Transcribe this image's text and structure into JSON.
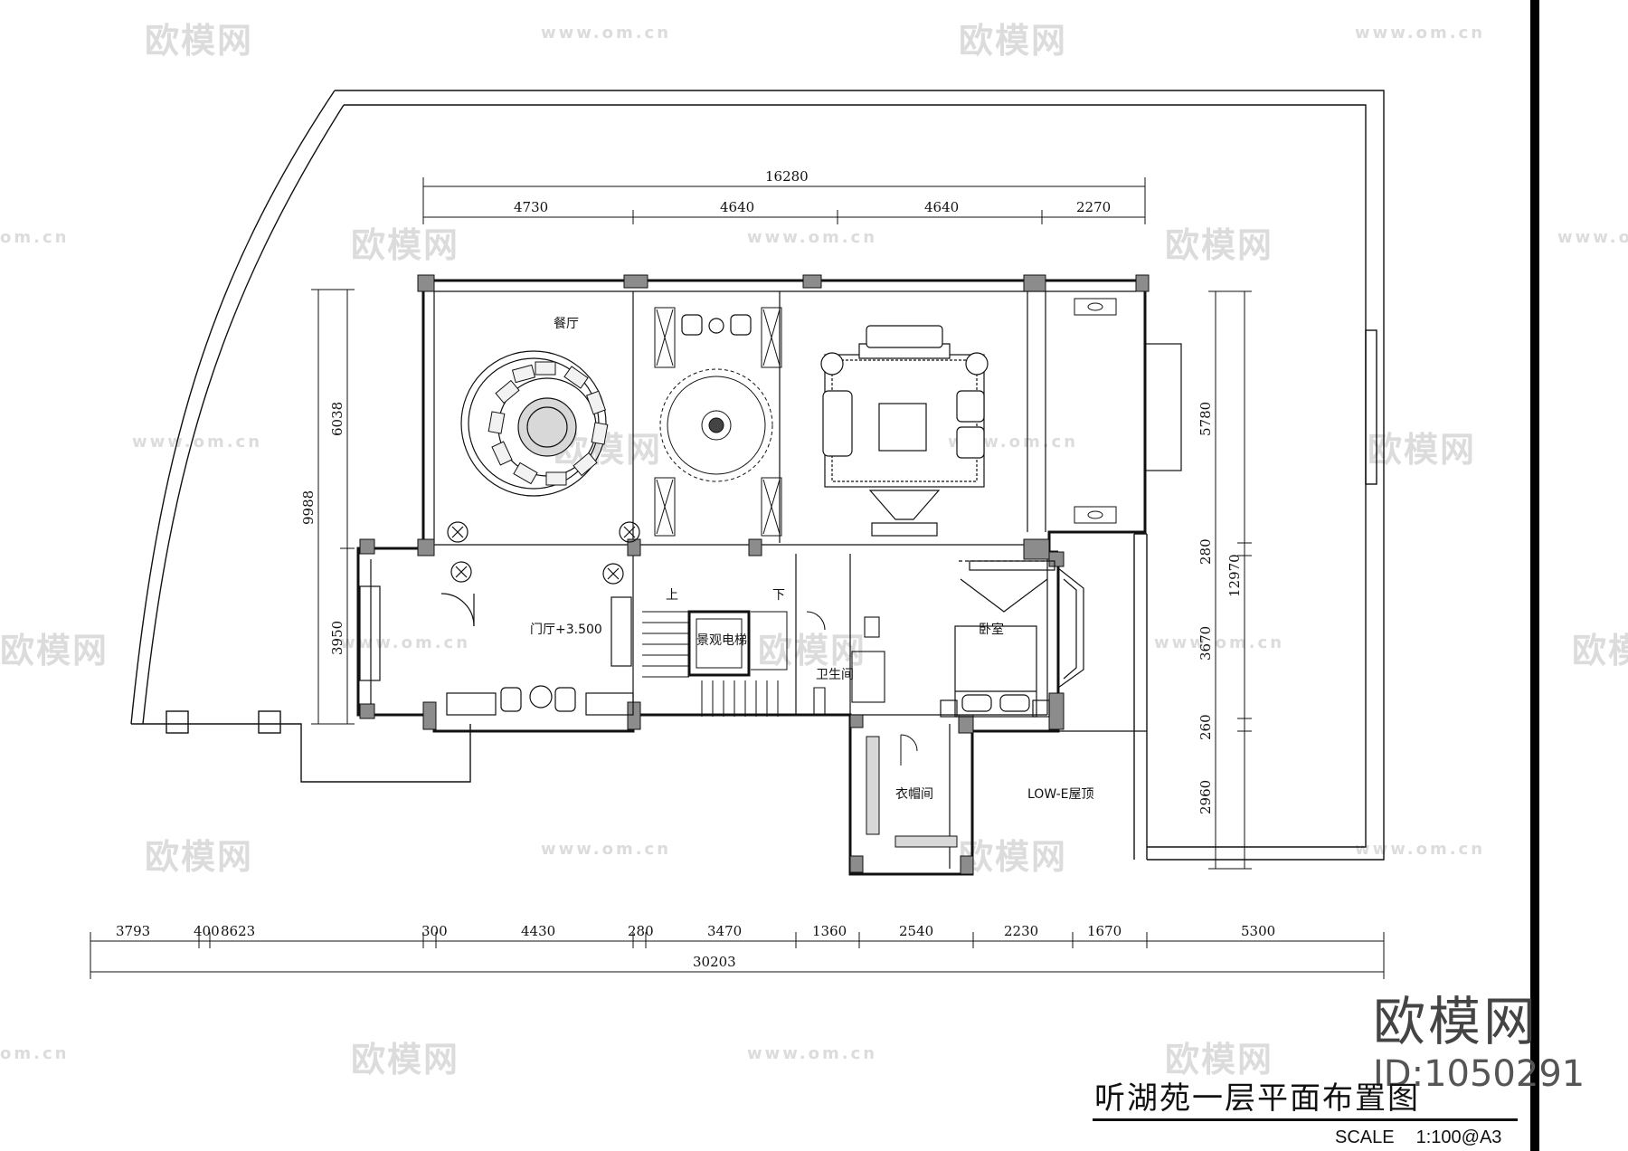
{
  "title": "听湖苑一层平面布置图",
  "scale_label": "SCALE",
  "scale_value": "1:100@A3",
  "brand": {
    "name": "欧模网",
    "id": "ID:1050291",
    "watermark_logo": "欧模网",
    "watermark_url": "www.om.cn",
    "watermark_url_short": "om.cn",
    "watermark_logo_partial": "欧模网"
  },
  "rooms": {
    "dining": "餐厅",
    "foyer": "门厅+3.500",
    "elevator": "景观电梯",
    "up": "上",
    "down": "下",
    "bathroom": "卫生间",
    "bedroom": "卧室",
    "closet": "衣帽间",
    "roof": "LOW-E屋顶"
  },
  "dimensions": {
    "top_total": "16280",
    "top_segments": [
      "4730",
      "4640",
      "4640",
      "2270"
    ],
    "left_outer": "9988",
    "left_upper": "6038",
    "left_lower": "3950",
    "right_outer": "12970",
    "right_segments": [
      "5780",
      "280",
      "3670",
      "260",
      "2960"
    ],
    "bottom_segments": [
      "3793",
      "400",
      "8623",
      "300",
      "4430",
      "280",
      "3470",
      "1360",
      "2540",
      "2230",
      "1670",
      "5300"
    ],
    "bottom_total": "30203"
  },
  "colors": {
    "wall": "#8c8c8c",
    "line": "#111111",
    "watermark": "#dcdcdc"
  }
}
